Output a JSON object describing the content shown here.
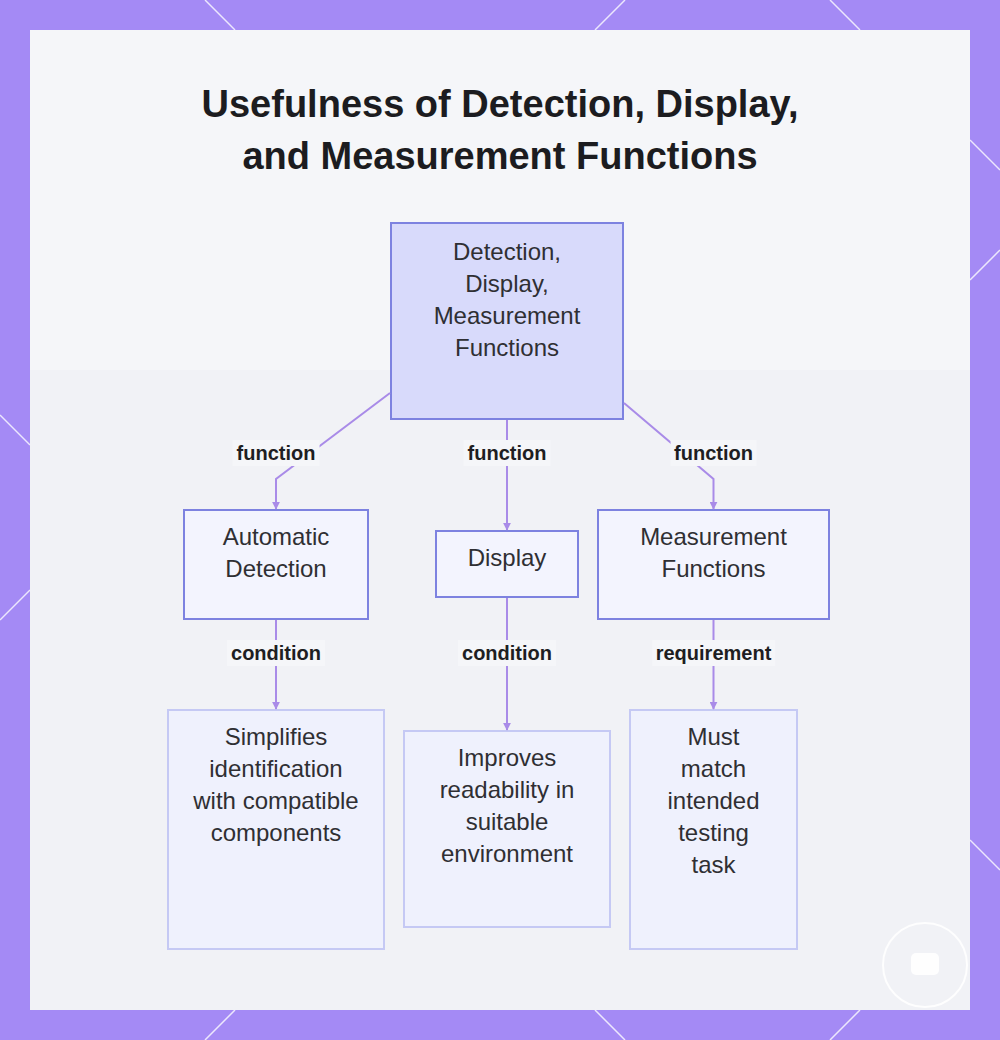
{
  "diagram": {
    "title": "Usefulness of Detection, Display, and Measurement Functions",
    "nodes": [
      {
        "text": [
          "Detection, Display, Measurement Functions"
        ]
      },
      {
        "text": [
          "Automatic Detection"
        ]
      },
      {
        "text": [
          "Display"
        ]
      },
      {
        "text": [
          "Measurement Functions"
        ]
      },
      {
        "text": [
          "Simplifies identification with compatible components"
        ]
      },
      {
        "text": [
          "Improves readability in suitable environment"
        ]
      },
      {
        "text": [
          "Must match intended testing task"
        ]
      }
    ],
    "edges": [
      {
        "from": 0,
        "to": 1,
        "label": "function",
        "arrow": "to"
      },
      {
        "from": 0,
        "to": 2,
        "label": "function",
        "arrow": "to"
      },
      {
        "from": 0,
        "to": 3,
        "label": "function",
        "arrow": "to"
      },
      {
        "from": 1,
        "to": 4,
        "label": "condition",
        "arrow": "to"
      },
      {
        "from": 2,
        "to": 5,
        "label": "condition",
        "arrow": "to"
      },
      {
        "from": 3,
        "to": 6,
        "label": "requirement",
        "arrow": "to"
      }
    ]
  }
}
